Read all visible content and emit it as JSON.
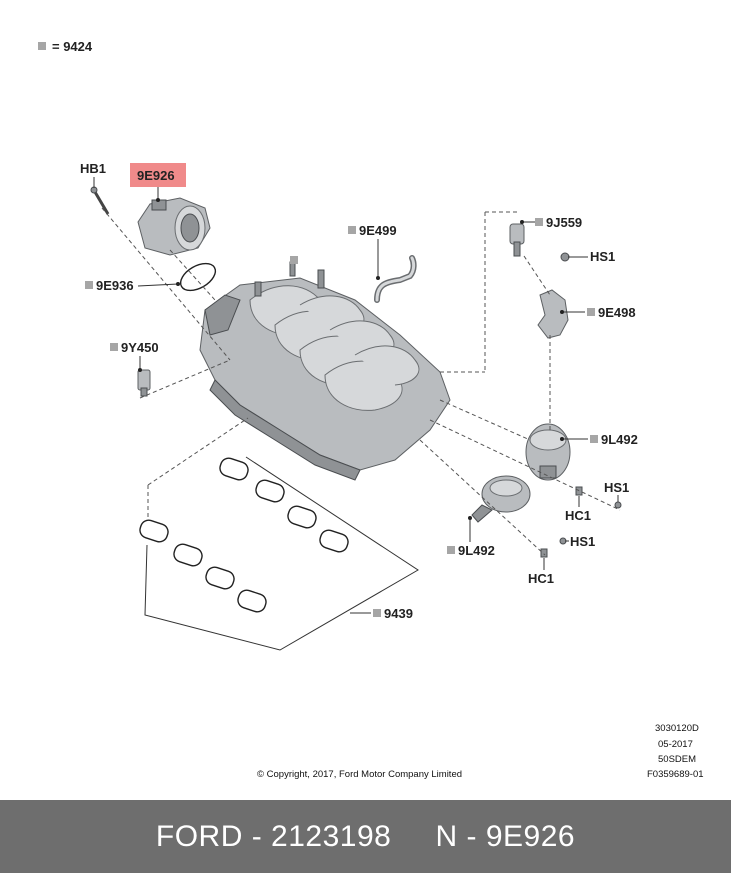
{
  "legend": {
    "equals_label": "= 9424"
  },
  "callouts": {
    "hb1": "HB1",
    "p9e926": "9E926",
    "p9e936": "9E936",
    "p9y450": "9Y450",
    "p9e499": "9E499",
    "p9j559": "9J559",
    "hs1_top": "HS1",
    "p9e498": "9E498",
    "p9l492_right": "9L492",
    "hs1_mid": "HS1",
    "hc1_mid": "HC1",
    "p9l492_left": "9L492",
    "hs1_low": "HS1",
    "hc1_low": "HC1",
    "p9439": "9439"
  },
  "highlight_color": "#f08a8a",
  "doc_info": {
    "line1": "3030120D",
    "line2": "05-2017",
    "line3": "50SDEM",
    "line4": "F0359689-01"
  },
  "copyright": "© Copyright, 2017, Ford Motor Company Limited",
  "footer": {
    "text": "FORD - 2123198     N - 9E926"
  }
}
